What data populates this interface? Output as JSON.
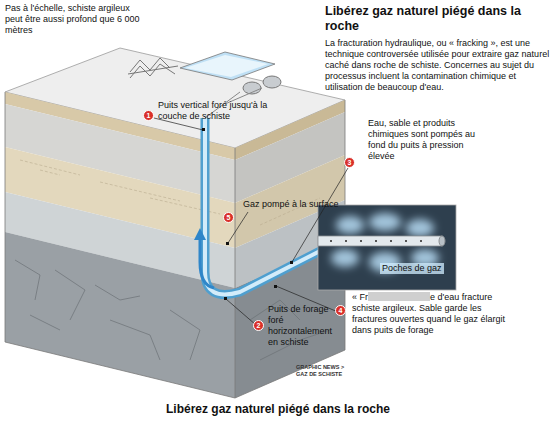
{
  "diagram": {
    "title": "Libérez gaz naturel piégé dans la roche",
    "caption": "Libérez gaz naturel piégé dans la roche",
    "nodes": [
      {
        "text": [
          "1"
        ]
      },
      {
        "text": [
          "3"
        ]
      },
      {
        "text": [
          "5"
        ]
      },
      {
        "text": [
          "4"
        ]
      },
      {
        "text": [
          "2"
        ]
      }
    ],
    "labels": [
      "Pas à l'échelle, schiste argileux peut être aussi profond que 6 000 mètres",
      "La fracturation hydraulique, ou « fracking », est une technique controversée utilisée pour extraire gaz naturel caché dans roche de schiste. Concernes au sujet du processus incluent la contamination chimique et utilisation de beaucoup d'eau.",
      "Puits vertical foré jusqu'à la couche de schiste",
      "Eau, sable et produits chimiques sont pompés au fond du puits à pression élevée",
      "Gaz pompé à la surface",
      "Poches de gaz",
      "« Fr",
      "e d'eau fracture schiste argileux. Sable garde les fractures ouvertes quand le gaz élargit dans puits de forage",
      "Puits de forage foré horizontalement en schiste",
      "GRAPHIC NEWS > GAZ DE SCHISTE"
    ]
  }
}
